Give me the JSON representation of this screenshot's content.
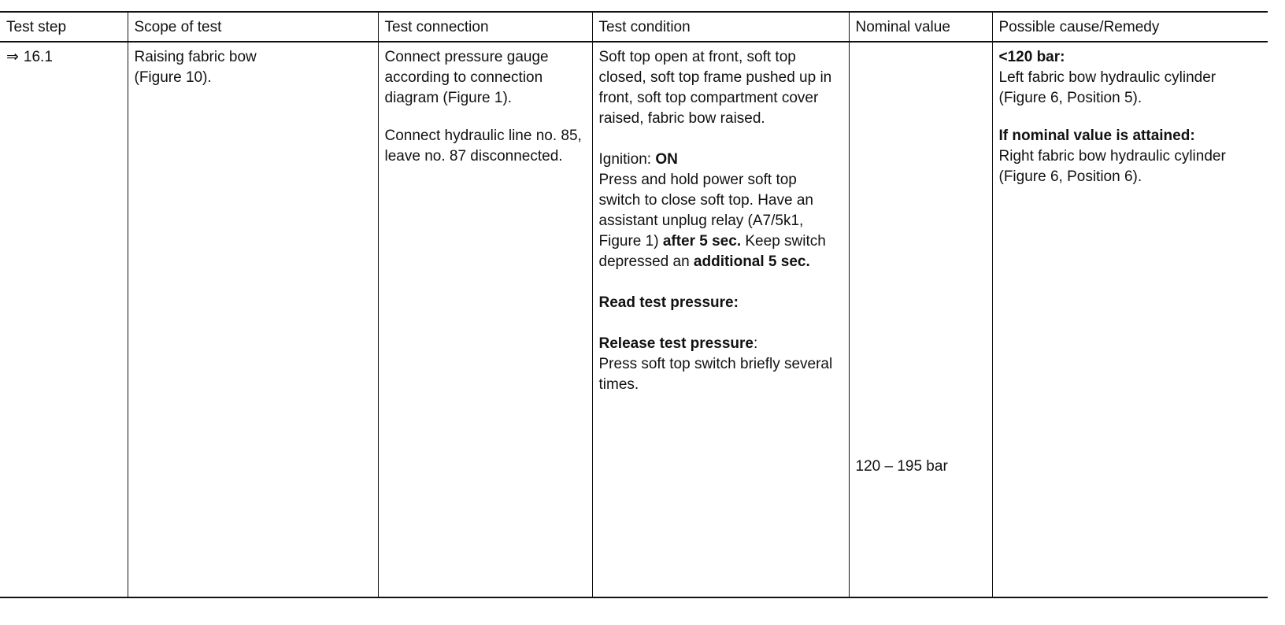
{
  "headers": {
    "test_step": "Test step",
    "scope": "Scope of test",
    "connection": "Test connection",
    "condition": "Test condition",
    "nominal": "Nominal value",
    "cause": "Possible cause/Remedy"
  },
  "row": {
    "arrow": "⇒",
    "step": "16.1",
    "scope": {
      "line1": "Raising fabric bow",
      "line2": "(Figure 10)."
    },
    "connection": {
      "para1": "Connect pressure gauge according to connection diagram (Figure 1).",
      "para2": "Connect hydraulic line no. 85, leave no. 87 disconnected."
    },
    "condition": {
      "para1": "Soft top open at front, soft top closed, soft top frame pushed up in front, soft top compartment cover raised, fabric bow raised.",
      "ignition_label": "Ignition: ",
      "ignition_value": "ON",
      "press_1": "Press and hold power soft top switch to close soft top. Have an assistant unplug relay (A7/5k1, Figure 1) ",
      "press_after": "after 5 sec.",
      "press_2": " Keep switch depressed an ",
      "press_additional": "additional 5 sec.",
      "read_pressure": "Read test pressure:",
      "release_label": "Release test pressure",
      "release_colon": ":",
      "release_text": "Press soft top switch briefly several times."
    },
    "nominal": "120 – 195 bar",
    "cause": {
      "cond1": "<120 bar:",
      "remedy1": "Left fabric bow hydraulic cylinder (Figure 6, Position 5).",
      "cond2": "If nominal value is attained:",
      "remedy2": "Right fabric bow hydraulic cylinder (Figure 6, Position 6)."
    }
  }
}
